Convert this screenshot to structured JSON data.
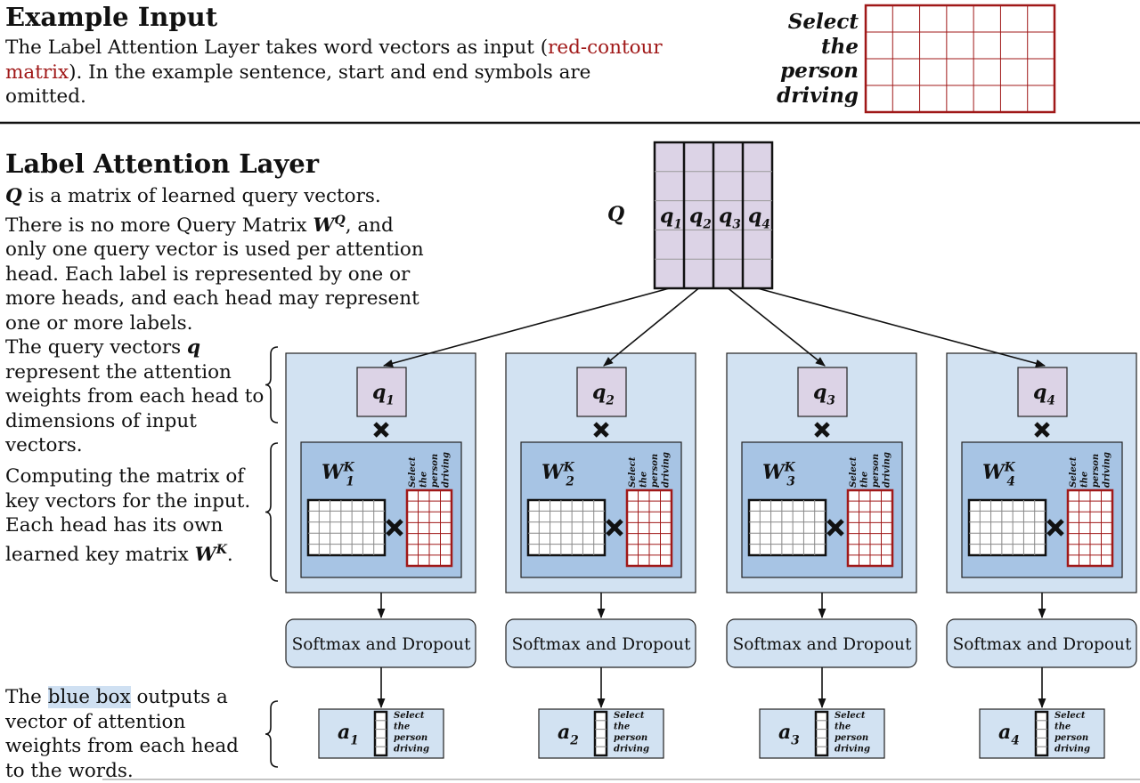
{
  "example_input": {
    "heading": "Example Input",
    "desc_before": "The Label Attention Layer takes word vectors as input (",
    "desc_red": "red-contour matrix",
    "desc_after": "). In the example sentence, start and end symbols are omitted."
  },
  "sentence": [
    "Select",
    "the",
    "person",
    "driving"
  ],
  "label_attention": {
    "heading": "Label Attention Layer",
    "desc_q_sym": "Q",
    "desc_1": " is a matrix of learned query vectors. There is no more Query Matrix ",
    "desc_wq_sym": "W",
    "desc_wq_sup": "Q",
    "desc_2": ", and only one query vector is used per attention head. Each label is represented by one or more heads, and each head may represent one or more labels."
  },
  "notes": {
    "query_before": "The query vectors ",
    "query_sym": "q",
    "query_after": " represent the attention weights from each head to dimensions of input vectors.",
    "key_before": "Computing the matrix of key vectors for the input. Each head has its own learned key matrix ",
    "key_sym": "W",
    "key_sup": "K",
    "key_after": ".",
    "output_before": "The ",
    "output_hl": "blue box",
    "output_after": " outputs a vector of attention weights from each head to the words."
  },
  "q_matrix": {
    "label": "Q",
    "columns": [
      "q",
      "q",
      "q",
      "q"
    ],
    "column_subscripts": [
      "1",
      "2",
      "3",
      "4"
    ]
  },
  "heads": [
    {
      "q": "q",
      "q_sub": "1",
      "w": "W",
      "w_sub": "1",
      "w_sup": "K",
      "softmax": "Softmax and Dropout",
      "a": "a",
      "a_sub": "1"
    },
    {
      "q": "q",
      "q_sub": "2",
      "w": "W",
      "w_sub": "2",
      "w_sup": "K",
      "softmax": "Softmax and Dropout",
      "a": "a",
      "a_sub": "2"
    },
    {
      "q": "q",
      "q_sub": "3",
      "w": "W",
      "w_sub": "3",
      "w_sup": "K",
      "softmax": "Softmax and Dropout",
      "a": "a",
      "a_sub": "3"
    },
    {
      "q": "q",
      "q_sub": "4",
      "w": "W",
      "w_sub": "4",
      "w_sup": "K",
      "softmax": "Softmax and Dropout",
      "a": "a",
      "a_sub": "4"
    }
  ],
  "colors": {
    "red_contour": "#a01818",
    "q_fill": "#dcd3e6",
    "head_outer": "#d2e2f2",
    "head_inner": "#a7c4e4",
    "softmax_fill": "#d2e2f2"
  }
}
